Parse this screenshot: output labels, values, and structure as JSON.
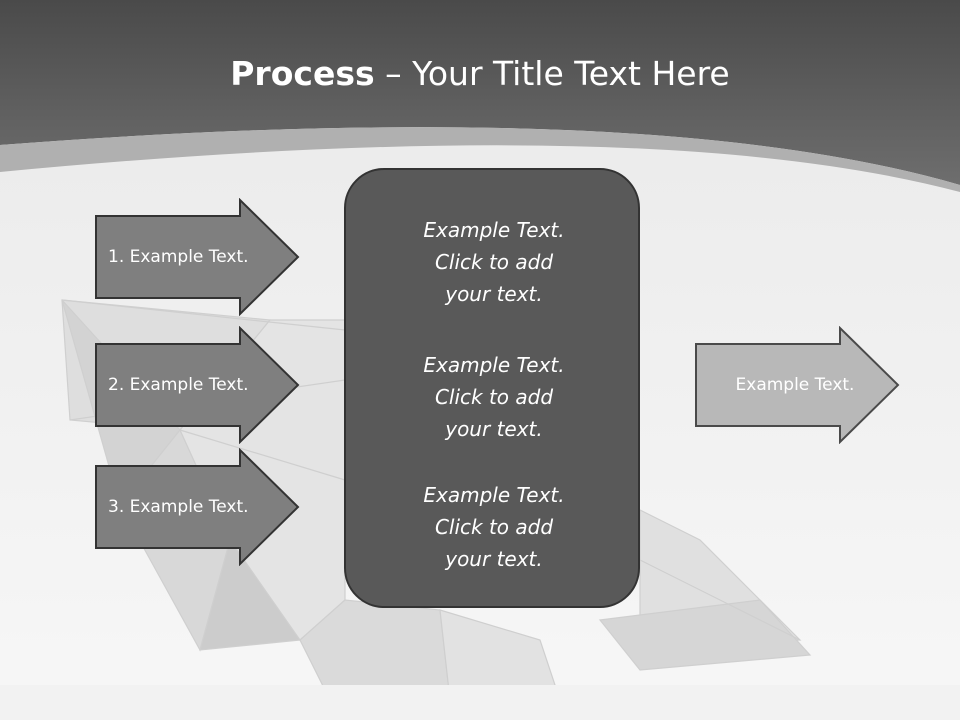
{
  "slide": {
    "title_bold": "Process",
    "title_rest": " – Your Title Text Here",
    "steps": [
      {
        "label": "1. Example Text."
      },
      {
        "label": "2. Example Text."
      },
      {
        "label": "3. Example Text."
      }
    ],
    "center_blocks": [
      {
        "text": "Example Text.\nClick  to add\nyour text."
      },
      {
        "text": "Example Text.\nClick  to add\nyour text."
      },
      {
        "text": "Example Text.\nClick  to add\nyour text."
      }
    ],
    "output_label": "Example Text."
  },
  "colors": {
    "header": "#5e5e5e",
    "step_arrow": "#7f7f7f",
    "center_box": "#595959",
    "output_arrow": "#b8b8b8"
  }
}
